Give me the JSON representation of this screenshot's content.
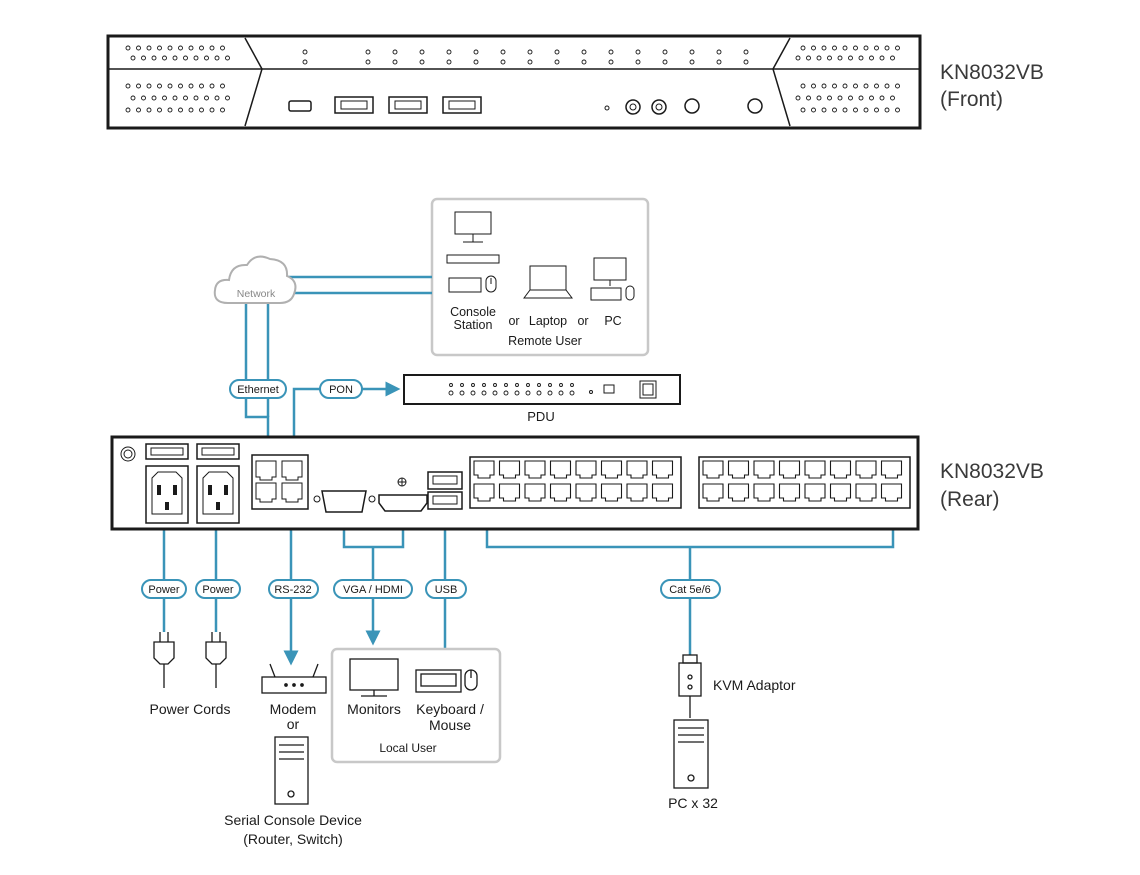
{
  "front": {
    "model": "KN8032VB",
    "view": "(Front)"
  },
  "rear": {
    "model": "KN8032VB",
    "view": "(Rear)"
  },
  "network": {
    "label": "Network"
  },
  "remote": {
    "console_l1": "Console",
    "console_l2": "Station",
    "or1": "or",
    "laptop": "Laptop",
    "or2": "or",
    "pc": "PC",
    "title": "Remote User"
  },
  "pdu": {
    "label": "PDU"
  },
  "pills": {
    "ethernet": "Ethernet",
    "pon": "PON",
    "power1": "Power",
    "power2": "Power",
    "rs232": "RS-232",
    "vga_hdmi": "VGA / HDMI",
    "usb": "USB",
    "cat": "Cat 5e/6"
  },
  "bottom": {
    "power_cords": "Power Cords",
    "modem": "Modem",
    "or": "or",
    "serial_l1": "Serial Console Device",
    "serial_l2": "(Router, Switch)",
    "monitors": "Monitors",
    "keyboard_l1": "Keyboard /",
    "keyboard_l2": "Mouse",
    "local_user": "Local User",
    "kvm_adaptor": "KVM Adaptor",
    "pc_x32": "PC x 32"
  },
  "colors": {
    "cable": "#3a94b8",
    "outline": "#1a1a1a",
    "box": "#c8c8c8"
  }
}
